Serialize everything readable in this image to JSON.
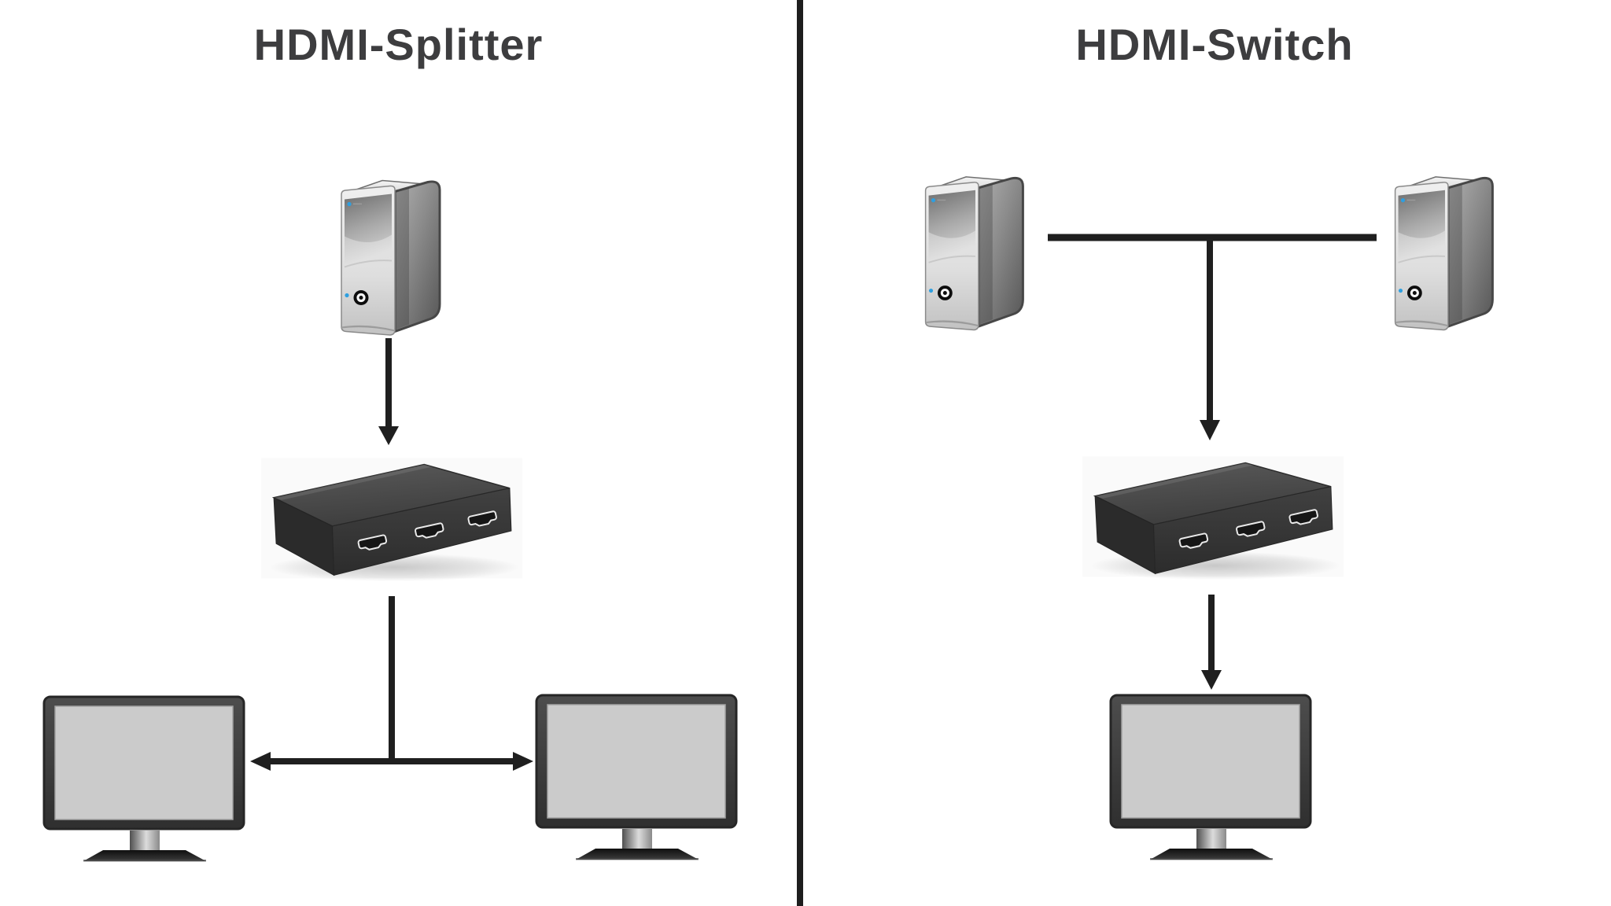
{
  "diagram": {
    "left_panel": {
      "title": "HDMI-Splitter",
      "nodes": [
        "computer-tower",
        "hdmi-splitter-box",
        "monitor-left",
        "monitor-right"
      ],
      "connections": [
        "computer-tower -> hdmi-splitter-box",
        "hdmi-splitter-box -> monitor-left",
        "hdmi-splitter-box -> monitor-right"
      ],
      "hub_ports_visible": 3
    },
    "right_panel": {
      "title": "HDMI-Switch",
      "nodes": [
        "computer-tower-1",
        "computer-tower-2",
        "hdmi-switch-box",
        "monitor"
      ],
      "connections": [
        "computer-tower-1 -> hdmi-switch-box",
        "computer-tower-2 -> hdmi-switch-box",
        "hdmi-switch-box -> monitor"
      ],
      "hub_ports_visible": 3
    },
    "colors": {
      "background": "#ffffff",
      "divider": "#1e1e1e",
      "connector": "#1f1f1f",
      "title": "#3d3d3f",
      "tower_side": "#6e6e6e",
      "tower_front": "#dcdcdc",
      "box_body": "#343434",
      "monitor_bezel": "#3b3b3b",
      "monitor_screen": "#cbcbcb",
      "led_blue": "#2e9fe0"
    }
  }
}
